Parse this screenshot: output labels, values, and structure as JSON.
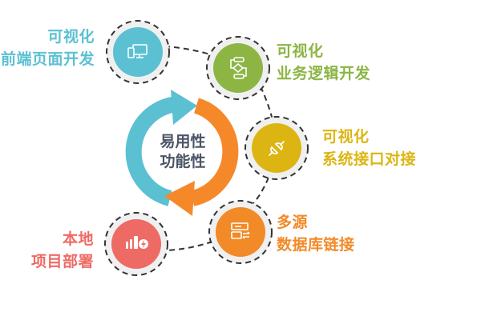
{
  "center": {
    "line1": "易用性",
    "line2": "功能性",
    "colors": {
      "blue_arrow": "#5bc0d2",
      "orange_arrow": "#f5892a",
      "text": "#4a5566"
    }
  },
  "nodes": [
    {
      "id": "frontend",
      "line1": "可视化",
      "line2": "前端页面开发",
      "icon": "monitor-phone-icon",
      "color": "#5bc0d2"
    },
    {
      "id": "business-logic",
      "line1": "可视化",
      "line2": "业务逻辑开发",
      "icon": "flowchart-icon",
      "color": "#8cb544"
    },
    {
      "id": "system-interface",
      "line1": "可视化",
      "line2": "系统接口对接",
      "icon": "plug-icon",
      "color": "#dcb512"
    },
    {
      "id": "multi-datasource",
      "line1": "多源",
      "line2": "数据库链接",
      "icon": "server-sync-icon",
      "color": "#f28a27"
    },
    {
      "id": "local-deploy",
      "line1": "本地",
      "line2": "项目部署",
      "icon": "deploy-icon",
      "color": "#ee6a64"
    }
  ]
}
